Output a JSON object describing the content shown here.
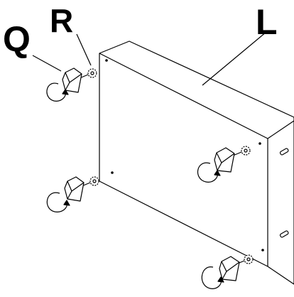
{
  "callouts": {
    "q": "Q",
    "r": "R",
    "l": "L"
  },
  "parts": [
    {
      "id": "Q",
      "depicts": "leveling-foot"
    },
    {
      "id": "R",
      "depicts": "washer"
    },
    {
      "id": "L",
      "depicts": "cabinet-panel"
    }
  ],
  "icons": {
    "rotation": "rotate-arrow-icon",
    "foot": "leveling-foot-icon",
    "washer": "washer-icon",
    "slot": "keyhole-slot-icon"
  },
  "colors": {
    "ink": "#000000",
    "paper": "#ffffff"
  }
}
